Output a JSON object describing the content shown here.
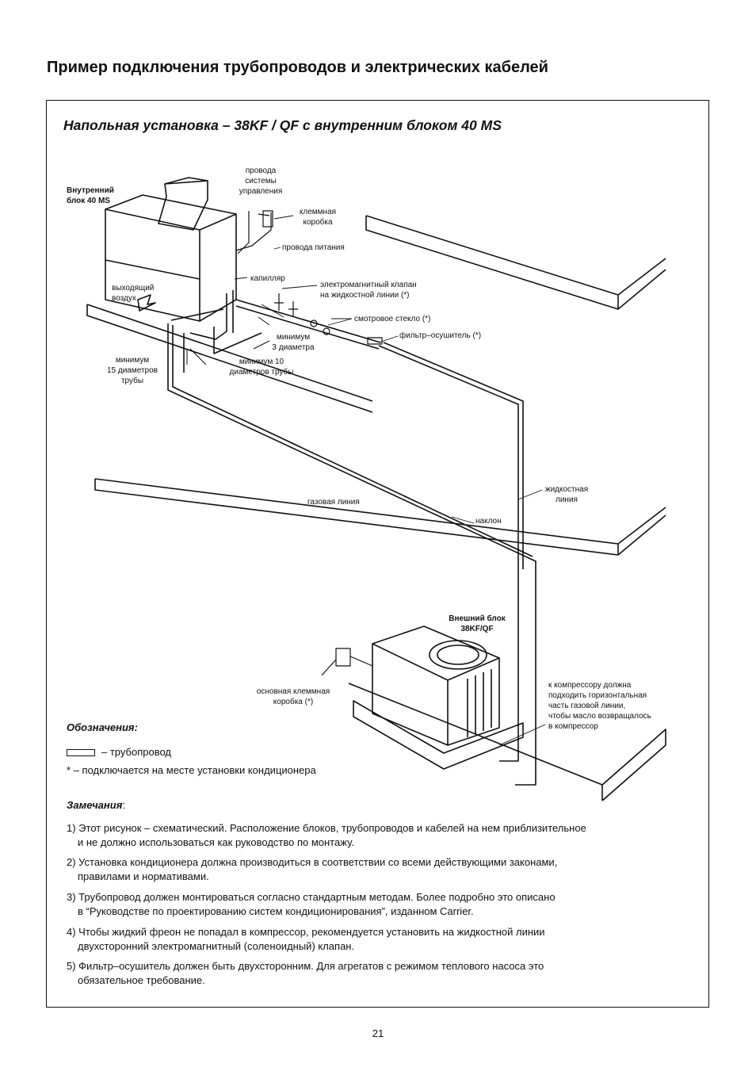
{
  "page_title": "Пример подключения трубопроводов и электрических кабелей",
  "section_title": "Напольная установка – 38KF / QF с внутренним блоком 40 MS",
  "diagram_labels": {
    "indoor_unit": "Внутренний\nблок 40 MS",
    "control_wires": "провода\nсистемы\nуправления",
    "terminal_box": "клеммная\nкоробка",
    "power_wires": "провода питания",
    "capillary": "капилляр",
    "solenoid_valve": "электромагнитный клапан\nна жидкостной линии (*)",
    "outlet_air": "выходящий\nвоздух",
    "sight_glass": "смотровое стекло (*)",
    "filter_drier": "фильтр–осушитель (*)",
    "min_3_diam": "минимум\n3 диаметра",
    "min_15_diam": "минимум\n15 диаметров\nтрубы",
    "min_10_diam": "минимум 10\nдиаметров трубы",
    "liquid_line": "жидкостная\nлиния",
    "gas_line": "газовая линия",
    "slope": "наклон",
    "outdoor_unit": "Внешний блок\n38KF/QF",
    "main_terminal_box": "основная клеммная\nкоробка (*)",
    "compressor_note": "к компрессору должна\nподходить горизонтальная\nчасть газовой линии,\nчтобы масло возвращалось\nв компрессор"
  },
  "legend": {
    "title": "Обозначения:",
    "pipe": "– трубопровод",
    "field": "– подключается на месте установки кондиционера",
    "asterisk": "*"
  },
  "notes": {
    "title": "Замечания",
    "items": [
      {
        "first": "1) Этот рисунок – схематический. Расположение блоков, трубопроводов и кабелей на нем приблизительное",
        "second": "и не должно использоваться как руководство по монтажу."
      },
      {
        "first": "2) Установка кондиционера должна производиться в соответствии со всеми действующими законами,",
        "second": "правилами и нормативами."
      },
      {
        "first": "3) Трубопровод должен монтироваться согласно стандартным методам. Более подробно это описано",
        "second": "в “Руководстве по проектированию систем кондиционирования”, изданном Carrier."
      },
      {
        "first": "4) Чтобы жидкий фреон не попадал в компрессор, рекомендуется установить на жидкостной линии",
        "second": "двухсторонний электромагнитный (соленоидный) клапан."
      },
      {
        "first": "5) Фильтр–осушитель должен быть двухсторонним. Для агрегатов с режимом теплового насоса это",
        "second": "обязательное требование."
      }
    ]
  },
  "page_number": "21"
}
